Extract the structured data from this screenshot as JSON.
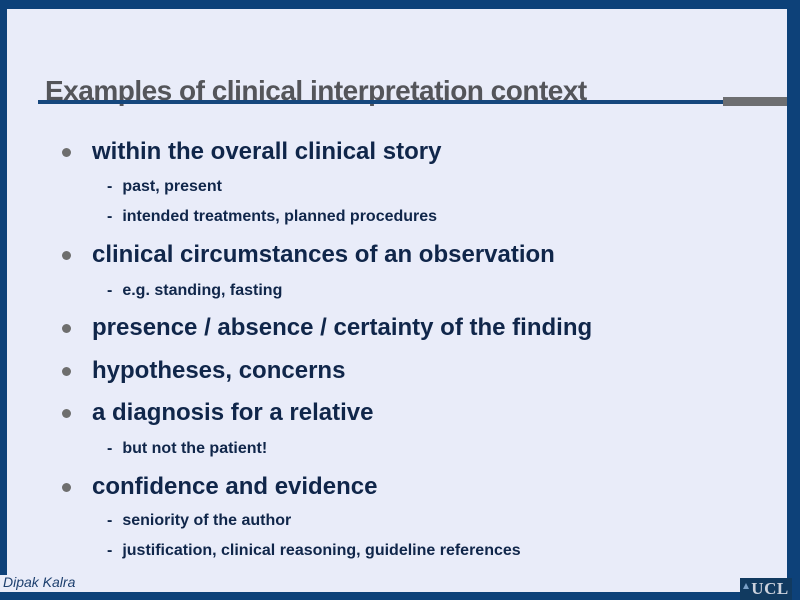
{
  "slide": {
    "title": "Examples of clinical interpretation context",
    "items": [
      {
        "type": "bullet",
        "text": "within the overall clinical story"
      },
      {
        "type": "sub",
        "text": "past, present"
      },
      {
        "type": "sub",
        "text": "intended treatments, planned procedures"
      },
      {
        "type": "bullet",
        "text": "clinical circumstances of an observation"
      },
      {
        "type": "sub",
        "text": "e.g. standing, fasting"
      },
      {
        "type": "bullet",
        "text": "presence / absence / certainty of the finding"
      },
      {
        "type": "bullet",
        "text": "hypotheses, concerns"
      },
      {
        "type": "bullet",
        "text": "a diagnosis for a relative"
      },
      {
        "type": "sub",
        "text": "but not the patient!"
      },
      {
        "type": "bullet",
        "text": "confidence and evidence"
      },
      {
        "type": "sub",
        "text": "seniority of the author"
      },
      {
        "type": "sub",
        "text": "justification, clinical reasoning, guideline references"
      }
    ],
    "markers": {
      "sub_dash": "-"
    },
    "footer": {
      "author": "Dipak Kalra",
      "logo_text": "UCL"
    },
    "colors": {
      "frame_navy": "#0d4179",
      "background": "#e9ecf9",
      "title_gray": "#54555a",
      "text_navy": "#10264a",
      "bullet_dot_gray": "#6e6e6e",
      "rule_navy": "#15477d",
      "rule_accent_gray": "#6d6e71",
      "logo_bg_navy": "#113a60",
      "logo_text_color": "#ccd2dd"
    }
  }
}
